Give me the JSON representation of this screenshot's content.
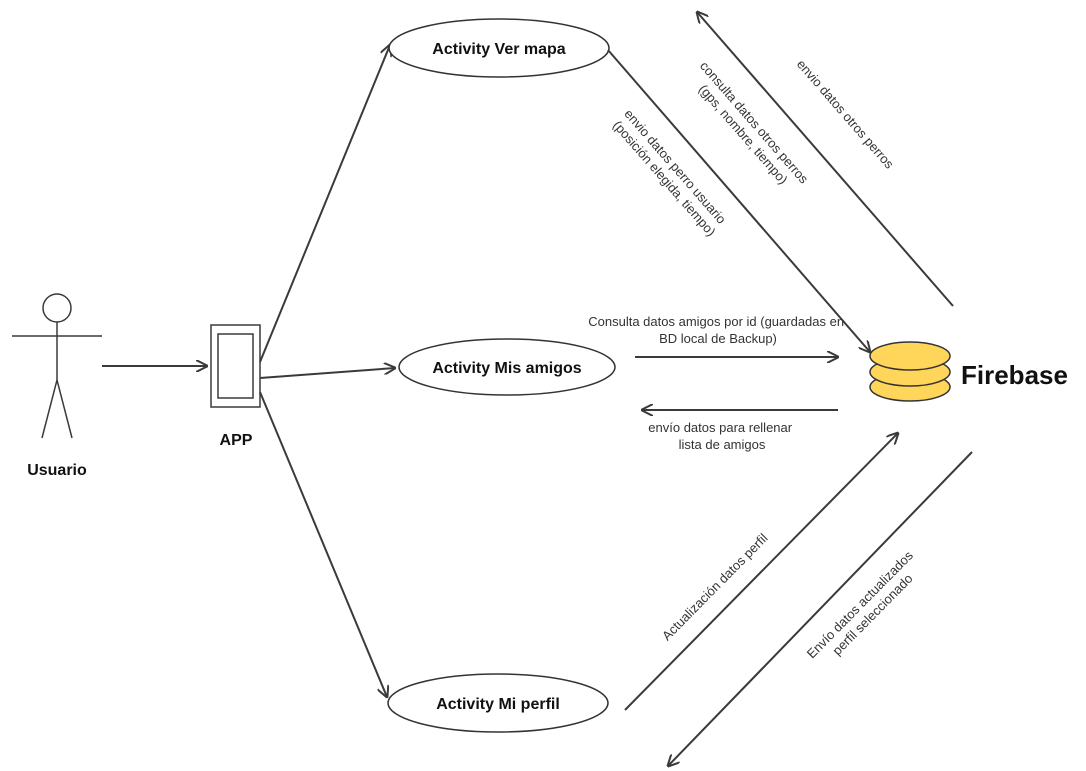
{
  "actor": {
    "label": "Usuario"
  },
  "app": {
    "label": "APP"
  },
  "activities": {
    "ver_mapa": "Activity Ver mapa",
    "mis_amigos": "Activity Mis amigos",
    "mi_perfil": "Activity Mi perfil"
  },
  "database": {
    "label": "Firebase",
    "color": "#FFD659"
  },
  "flows": {
    "envio_datos_otros_perros": [
      "envio datos otros perros"
    ],
    "consulta_otros_perros": [
      "consulta datos otros perros",
      "(gps, nombre, tiempo)"
    ],
    "envio_perro_usuario": [
      "envio datos perro usuario",
      "(posición elegida, tiempo)"
    ],
    "consulta_amigos": [
      "Consulta datos amigos por id (guardadas en",
      "BD local de Backup)"
    ],
    "envio_lista_amigos": [
      "envío datos para rellenar",
      "lista de amigos"
    ],
    "actualizacion_perfil": [
      "Actualización datos perfil"
    ],
    "envio_perfil_actualizado": [
      "Envío datos actualizados",
      "perfil seleccionado"
    ]
  },
  "colors": {
    "line": "#3a3a3a",
    "db_fill": "#FFD659",
    "db_stroke": "#333333"
  }
}
